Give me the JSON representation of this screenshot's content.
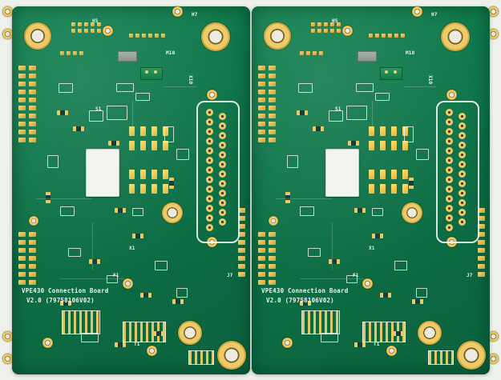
{
  "photo": {
    "subject": "Two identical green printed circuit boards panelized side by side",
    "board_count": 2
  },
  "board": {
    "silkscreen": {
      "title_line1": "VPE430 Connection Board",
      "title_line2": "V2.0 (79758106V02)"
    },
    "designators": {
      "m10": "M10",
      "h5": "H5",
      "h7": "H7",
      "f1": "F1",
      "j7": "J7",
      "s1": "S1",
      "x1": "X1",
      "t1": "T1"
    },
    "connector": {
      "label": "X10",
      "left_pin_count": 13,
      "right_pin_count": 12
    },
    "headers": {
      "upper_rows": 10,
      "lower_rows": 7,
      "inner_edge_pads": 9
    },
    "colors": {
      "soldermask": "#0f7a4d",
      "soldermask_dark": "#0b623e",
      "silkscreen": "#edf5ef",
      "pad_gold": "#d9b23f",
      "pad_gold_light": "#f0d47e",
      "background": "#eef0ec"
    }
  }
}
